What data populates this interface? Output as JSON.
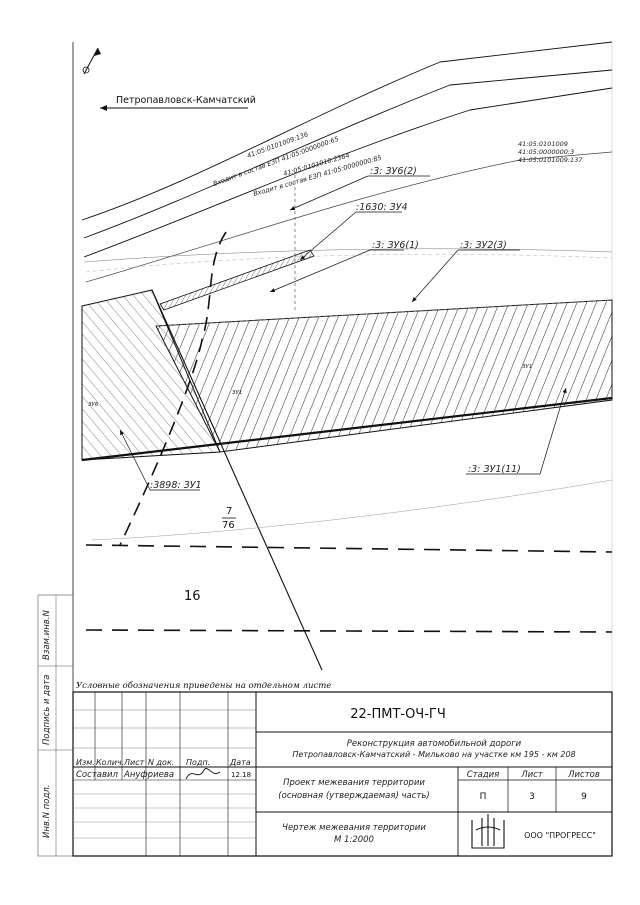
{
  "map": {
    "direction_label": "Петропавловск-Камчатский",
    "road_labels": [
      "41:05:0101009:136",
      "Входит в состав ЕЗП 41:05:0000000:65",
      "41:05:0101010:2364",
      "Входит в состав ЕЗП 41:05:0000000:85"
    ],
    "cadastre_block": [
      "41:05:0101009",
      "41:05:0000000:3",
      "41:05:0101009:137"
    ],
    "callouts": [
      ":3: ЗУ6(2)",
      ":1630: ЗУ4",
      ":3: ЗУ6(1)",
      ":3: ЗУ2(3)",
      ":3898: ЗУ1",
      ":3: ЗУ1(11)"
    ],
    "fraction_top": "7",
    "fraction_bottom": "76",
    "zone_number": "16",
    "small_mark_1": "ЗУ6",
    "small_mark_2": "ЗУ1",
    "small_mark_3": "ЗУ1"
  },
  "note": "Условные обозначения приведены на отдельном листе",
  "stamp": {
    "code": "22-ПМТ-ОЧ-ГЧ",
    "project_line1": "Реконструкция автомобильной дороги",
    "project_line2": "Петропавловск-Камчатский - Мильково на участке км 195 - км 208",
    "headers": {
      "izm": "Изм.",
      "kol": "Колич.",
      "list": "Лист",
      "ndok": "N док.",
      "podp": "Подп.",
      "data": "Дата"
    },
    "role": "Составил",
    "person": "Ануфриева",
    "date": "12.18",
    "title_line1": "Проект межевания территории",
    "title_line2": "(основная (утверждаемая) часть)",
    "stage_label": "Стадия",
    "sheet_label": "Лист",
    "sheets_label": "Листов",
    "stage": "П",
    "sheet": "3",
    "sheets": "9",
    "drawing_line1": "Чертеж межевания территории",
    "drawing_line2": "М 1:2000",
    "company": "ООО \"ПРОГРЕСС\""
  },
  "side": {
    "label1": "Взам.инв.N",
    "label2": "Подпись и дата",
    "label3": "Инв.N подл."
  }
}
